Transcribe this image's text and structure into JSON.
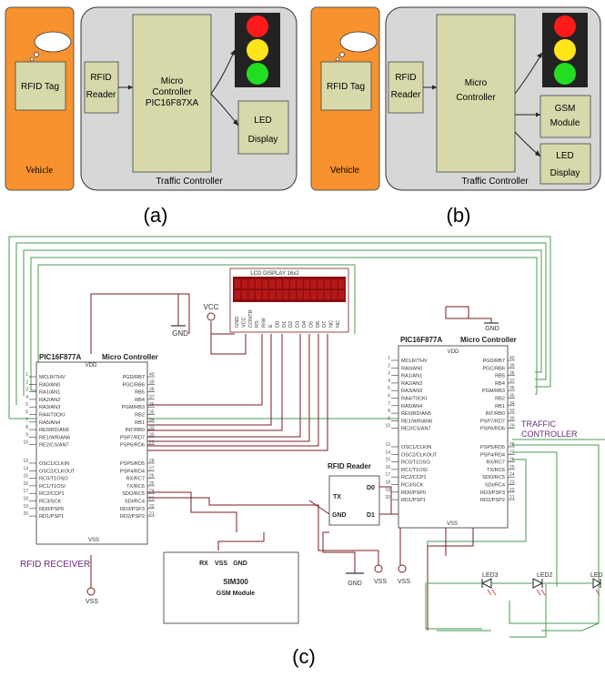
{
  "panel_a": {
    "vehicle_label": "Vehicle",
    "rfid_tag": "RFID Tag",
    "rfid_reader_line1": "RFID",
    "rfid_reader_line2": "Reader",
    "micro_line1": "Micro",
    "micro_line2": "Controller",
    "micro_line3": "PIC16F87XA",
    "led_line1": "LED",
    "led_line2": "Display",
    "traffic_controller": "Traffic Controller",
    "caption": "(a)"
  },
  "panel_b": {
    "vehicle_label": "Vehicle",
    "rfid_tag": "RFID Tag",
    "rfid_reader_line1": "RFID",
    "rfid_reader_line2": "Reader",
    "micro_line1": "Micro",
    "micro_line2": "Controller",
    "gsm_line1": "GSM",
    "gsm_line2": "Module",
    "led_line1": "LED",
    "led_line2": "Display",
    "traffic_controller": "Traffic Controller",
    "caption": "(b)"
  },
  "colors": {
    "vehicle_orange": "#f7922e",
    "controller_gray": "#d7d7d7",
    "module_fill": "#d8d9ab",
    "light_red": "#ff1a1a",
    "light_yellow": "#ffe51a",
    "light_green": "#22dd22",
    "wire_green": "#4c9a55",
    "wire_maroon": "#7a1e22",
    "lcd_red": "#8b0c0c"
  },
  "schematic": {
    "lcd_title": "LCD DISPLAY 16x2",
    "lcd_pins": [
      "GND",
      "VCC",
      "CONTR",
      "RS",
      "R/W",
      "E",
      "D0",
      "D1",
      "D2",
      "D3",
      "D4",
      "D5",
      "D6",
      "D7",
      "NC",
      "NC"
    ],
    "vcc": "VCC",
    "gnd_left": "GND",
    "left_ic_name": "PIC16F877A",
    "left_ic_label": "Micro Controller",
    "left_vdd": "VDD",
    "left_vss": "VSS",
    "left_pins_left": [
      "MCLR/THV",
      "RA0/AN0",
      "RA1/AN1",
      "RA2/AN2",
      "RA3/AN3",
      "RA4/T0CKI",
      "RA5/AN4",
      "RE0/RD/AN5",
      "RE1/WR/AN6",
      "RE2/CS/AN7",
      "OSC1/CLKIN",
      "OSC2/CLKOUT",
      "RC0/T1OSO",
      "RC1/T1OSI",
      "RC2/CCP1",
      "RC3/SCK",
      "RD0/PSP0",
      "RD1/PSP1"
    ],
    "left_pin_nums_left": [
      "1",
      "2",
      "3",
      "4",
      "5",
      "6",
      "7",
      "8",
      "9",
      "10",
      "13",
      "14",
      "15",
      "16",
      "17",
      "18",
      "19",
      "20"
    ],
    "left_pins_right": [
      "PGD/RB7",
      "PGC/RB6",
      "RB5",
      "RB4",
      "PGM/RB3",
      "RB2",
      "RB1",
      "INT/RB0",
      "PSP7/RD7",
      "PSP6/RD6",
      "PSP5/RD5",
      "PSP4/RD4",
      "RX/RC7",
      "TX/RC6",
      "SDO/RC5",
      "SDI/RC4",
      "RD3/PSP3",
      "RD2/PSP2"
    ],
    "left_pin_nums_right": [
      "40",
      "39",
      "38",
      "37",
      "36",
      "35",
      "34",
      "33",
      "30",
      "29",
      "28",
      "27",
      "26",
      "25",
      "24",
      "23",
      "22",
      "21"
    ],
    "rfid_receiver": "RFID RECEIVER",
    "vss_left": "VSS",
    "sim_rx": "RX",
    "sim_vss": "VSS",
    "sim_gnd": "GND",
    "sim_name": "SIM300",
    "sim_sub": "GSM Module",
    "rfid_reader_title": "RFID Reader",
    "rfid_tx": "TX",
    "rfid_gnd": "GND",
    "rfid_d0": "D0",
    "rfid_d1": "D1",
    "gnd_mid": "GND",
    "vss_mid1": "VSS",
    "vss_mid2": "VSS",
    "right_ic_name": "PIC16F877A",
    "right_ic_label": "Micro Controller",
    "right_vdd": "VDD",
    "right_vss": "VSS",
    "gnd_right": "GND",
    "right_pins_left": [
      "MCLR/THV",
      "RA0/AN0",
      "RA1/AN1",
      "RA2/AN2",
      "RA3/AN3",
      "RA4/T0CKI",
      "RA5/AN4",
      "RE0/RD/AN5",
      "RE1/WR/AN6",
      "RE2/CS/AN7",
      "OSC1/CLKIN",
      "OSC2/CLKOUT",
      "RC0/T1OSO",
      "RC1/T1OSI",
      "RC2/CCP1",
      "RC3/SCK",
      "RD0/PSP0",
      "RD1/PSP1"
    ],
    "right_pin_nums_left": [
      "1",
      "2",
      "3",
      "4",
      "5",
      "6",
      "7",
      "8",
      "9",
      "10",
      "13",
      "14",
      "15",
      "16",
      "17",
      "18",
      "19",
      "20"
    ],
    "right_pins_right": [
      "PGD/RB7",
      "PGC/RB6",
      "RB5",
      "RB4",
      "PGM/RB3",
      "RB2",
      "RB1",
      "INT/RB0",
      "PSP7/RD7",
      "PSP6/RD6",
      "PSP5/RD5",
      "PSP4/RD4",
      "RX/RC7",
      "TX/RC6",
      "SDO/RC5",
      "SDI/RC4",
      "RD3/PSP3",
      "RD2/PSP2"
    ],
    "right_pin_nums_right": [
      "40",
      "39",
      "38",
      "37",
      "36",
      "35",
      "34",
      "33",
      "30",
      "29",
      "28",
      "27",
      "26",
      "25",
      "24",
      "23",
      "22",
      "21"
    ],
    "traffic_line1": "TRAFFIC",
    "traffic_line2": "CONTROLLER",
    "led3": "LED3",
    "led2": "LED2",
    "led1": "LED"
  },
  "caption_c": "(c)"
}
